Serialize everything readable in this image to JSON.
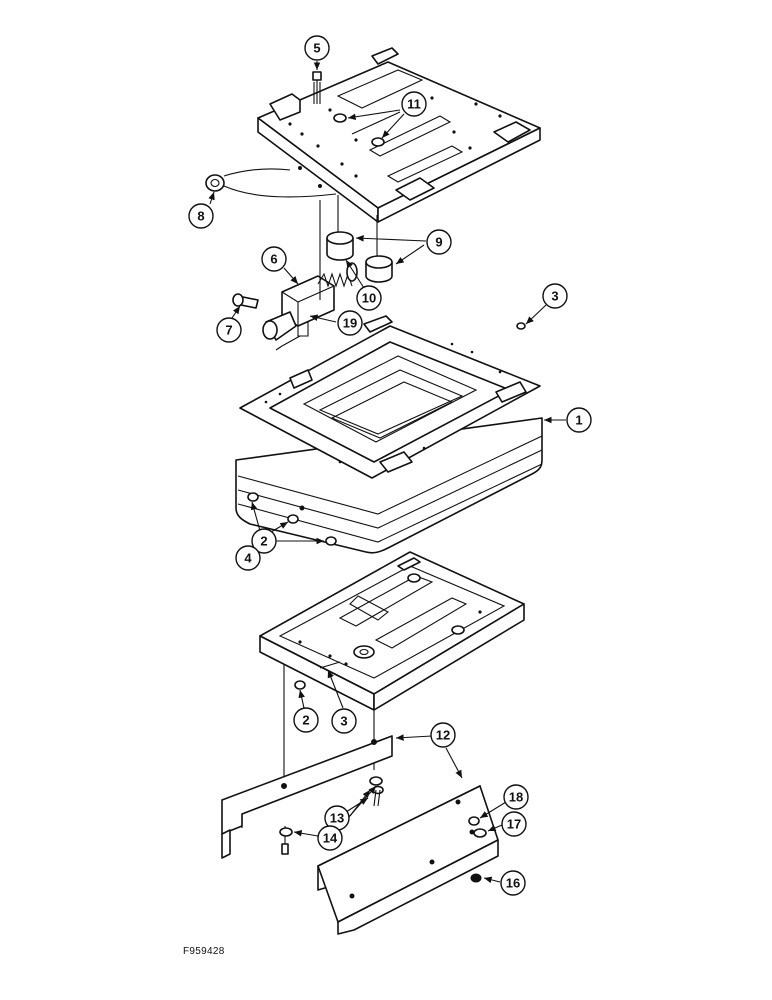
{
  "diagram": {
    "figure_id": "F959428",
    "callouts": [
      "5",
      "11",
      "8",
      "9",
      "6",
      "10",
      "7",
      "19",
      "3",
      "1",
      "2",
      "4",
      "2",
      "3",
      "12",
      "18",
      "13",
      "17",
      "14",
      "16"
    ]
  }
}
